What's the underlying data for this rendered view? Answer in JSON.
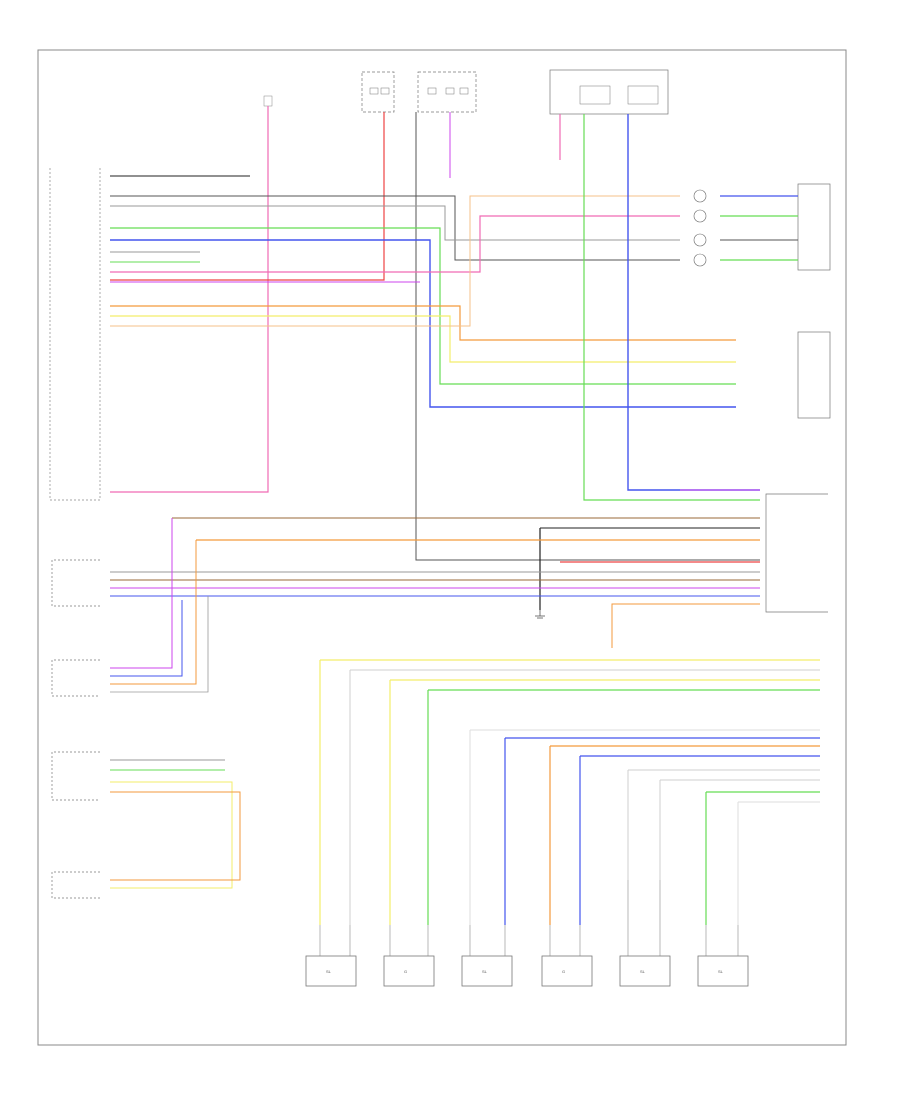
{
  "footer_code": "",
  "component_symbols": [
    "SL",
    "G",
    "SL",
    "G",
    "SL",
    "SL"
  ],
  "wire_colors": {
    "pink": "#f06ab4",
    "violet": "#cc44ee",
    "red": "#ee4444",
    "orange": "#f39a3c",
    "yellow": "#f3ee6a",
    "green": "#66dd55",
    "blue": "#4455ee",
    "gray": "#9a9a9a",
    "darkgray": "#555555",
    "black": "#222222",
    "lightgray": "#cfcfcf"
  }
}
